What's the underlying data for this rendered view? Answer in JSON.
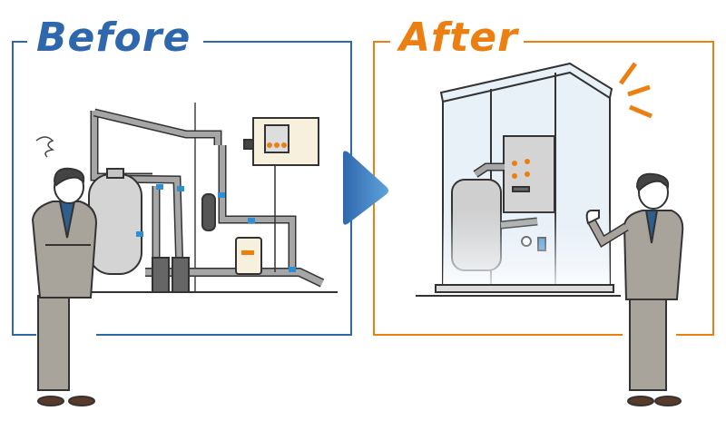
{
  "before": {
    "title": "Before",
    "color": "#2f67ad",
    "scene": "Complex exposed water treatment piping system with tank, valves, control box; worried businessman with arms crossed"
  },
  "after": {
    "title": "After",
    "color": "#ec7f12",
    "scene": "Compact enclosed packaged unit in glass cabinet; smiling businessman giving thumbs up"
  },
  "arrow": {
    "direction": "right",
    "color_start": "#2f67ad",
    "color_end": "#5fa3dc"
  }
}
